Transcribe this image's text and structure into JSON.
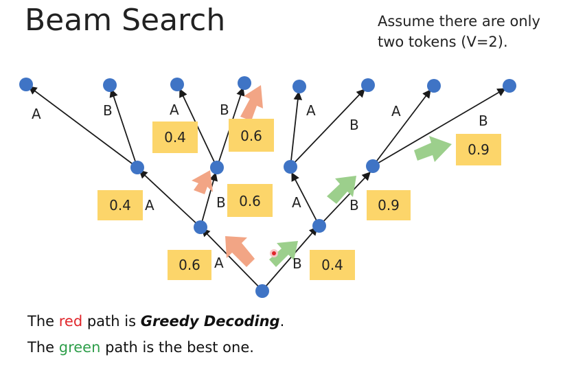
{
  "title": "Beam Search",
  "note": {
    "line1": "Assume there are only",
    "line2": "two tokens (V=2)."
  },
  "captions": {
    "line1": {
      "prefix": "The ",
      "highlight": "red",
      "middle": " path is ",
      "emphasis": "Greedy Decoding",
      "suffix": "."
    },
    "line2": {
      "prefix": "The ",
      "highlight": "green",
      "suffix": " path is the best one."
    }
  },
  "colors": {
    "node": "#3f74c5",
    "edge": "#1a1a1a",
    "prob_box": "#fcd56a",
    "red_path": "#f2a585",
    "green_path": "#9ccf8c"
  },
  "tree": {
    "root": "root",
    "nodes": [
      {
        "id": "root",
        "children": [
          "a",
          "b"
        ]
      },
      {
        "id": "a",
        "children": [
          "aa",
          "ab"
        ]
      },
      {
        "id": "b",
        "children": [
          "ba",
          "bb"
        ]
      },
      {
        "id": "aa",
        "children": [
          "aaa",
          "aab"
        ]
      },
      {
        "id": "ab",
        "children": [
          "aba",
          "abb"
        ]
      },
      {
        "id": "ba",
        "children": [
          "baa",
          "bab"
        ]
      },
      {
        "id": "bb",
        "children": [
          "bba",
          "bbb"
        ]
      },
      {
        "id": "aaa",
        "children": []
      },
      {
        "id": "aab",
        "children": []
      },
      {
        "id": "aba",
        "children": []
      },
      {
        "id": "abb",
        "children": []
      },
      {
        "id": "baa",
        "children": []
      },
      {
        "id": "bab",
        "children": []
      },
      {
        "id": "bba",
        "children": []
      },
      {
        "id": "bbb",
        "children": []
      }
    ],
    "edges": [
      {
        "from": "root",
        "to": "a",
        "token": "A"
      },
      {
        "from": "root",
        "to": "b",
        "token": "B"
      },
      {
        "from": "a",
        "to": "aa",
        "token": "A"
      },
      {
        "from": "a",
        "to": "ab",
        "token": "B"
      },
      {
        "from": "b",
        "to": "ba",
        "token": "A"
      },
      {
        "from": "b",
        "to": "bb",
        "token": "B"
      },
      {
        "from": "aa",
        "to": "aaa",
        "token": "A"
      },
      {
        "from": "aa",
        "to": "aab",
        "token": "B"
      },
      {
        "from": "ab",
        "to": "aba",
        "token": "A"
      },
      {
        "from": "ab",
        "to": "abb",
        "token": "B"
      },
      {
        "from": "ba",
        "to": "baa",
        "token": "A"
      },
      {
        "from": "ba",
        "to": "bab",
        "token": "B"
      },
      {
        "from": "bb",
        "to": "bba",
        "token": "A"
      },
      {
        "from": "bb",
        "to": "bbb",
        "token": "B"
      }
    ],
    "probabilities": [
      {
        "edge": "root-a",
        "value": "0.6"
      },
      {
        "edge": "root-b",
        "value": "0.4"
      },
      {
        "edge": "a-aa",
        "value": "0.4"
      },
      {
        "edge": "a-ab",
        "value": "0.6"
      },
      {
        "edge": "b-bb",
        "value": "0.9"
      },
      {
        "edge": "ab-aba",
        "value": "0.4"
      },
      {
        "edge": "ab-abb",
        "value": "0.6"
      },
      {
        "edge": "bb-bbb",
        "value": "0.9"
      }
    ],
    "red_path": [
      "root-a",
      "a-ab",
      "ab-abb"
    ],
    "green_path": [
      "root-b",
      "b-bb",
      "bb-bbb"
    ]
  }
}
